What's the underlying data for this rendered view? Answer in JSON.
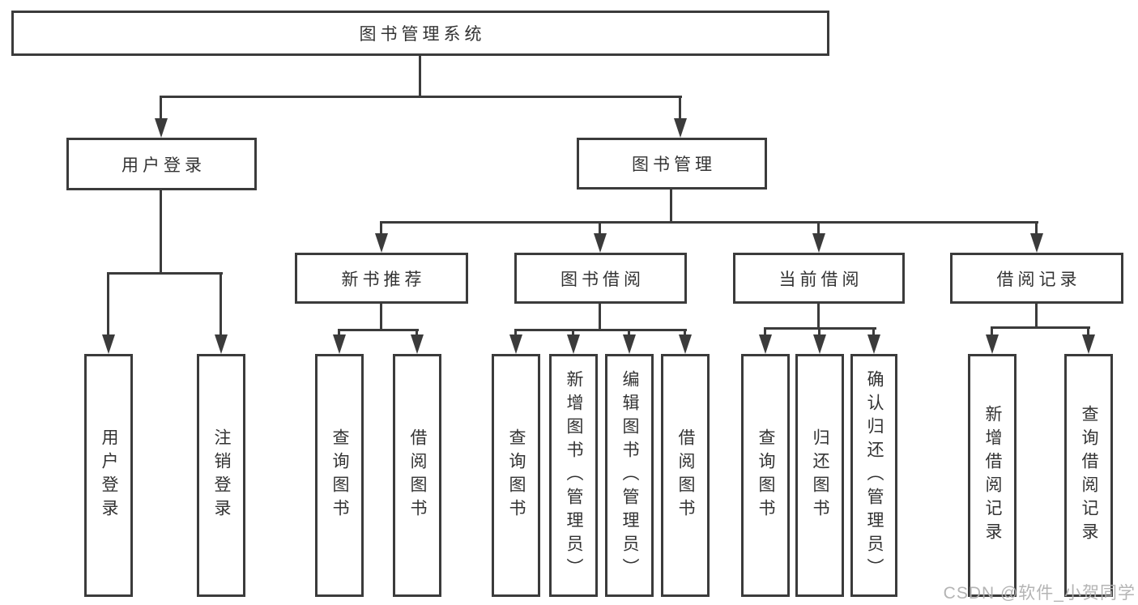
{
  "nodes": {
    "root": "图书管理系统",
    "level2": [
      "用户登录",
      "图书管理"
    ],
    "level3": [
      "新书推荐",
      "图书借阅",
      "当前借阅",
      "借阅记录"
    ],
    "leaves_user": [
      "用户登录",
      "注销登录"
    ],
    "leaves_recommend": [
      "查询图书",
      "借阅图书"
    ],
    "leaves_borrow": [
      "查询图书",
      "新增图书（管理员）",
      "编辑图书（管理员）",
      "借阅图书"
    ],
    "leaves_current": [
      "查询图书",
      "归还图书",
      "确认归还（管理员）"
    ],
    "leaves_records": [
      "新增借阅记录",
      "查询借阅记录"
    ]
  },
  "watermark": "CSDN @软件_小贺同学",
  "colors": {
    "line": "#3b3b3b",
    "text": "#333333",
    "watermark": "#b0b0b0",
    "background": "#ffffff"
  }
}
